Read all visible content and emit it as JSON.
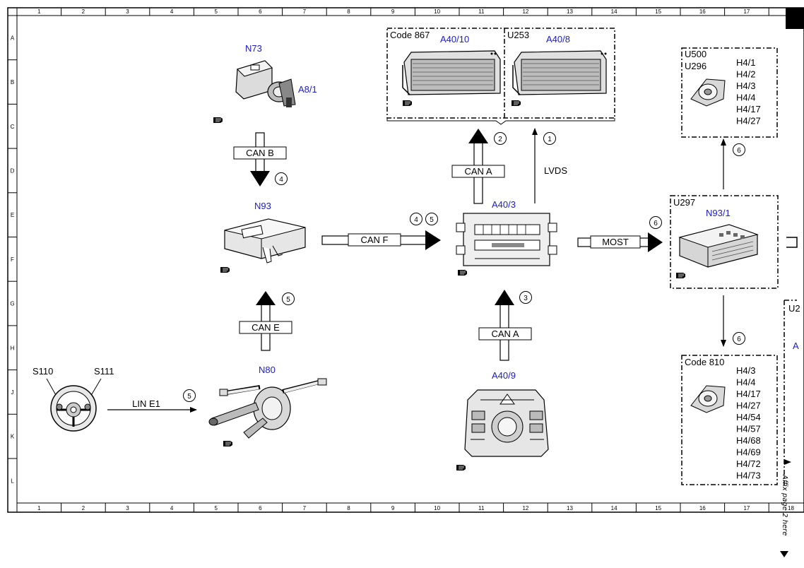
{
  "grid": {
    "columns": [
      "1",
      "2",
      "3",
      "4",
      "5",
      "6",
      "7",
      "8",
      "9",
      "10",
      "11",
      "12",
      "13",
      "14",
      "15",
      "16",
      "17",
      "18"
    ],
    "rows": [
      "A",
      "B",
      "C",
      "D",
      "E",
      "F",
      "G",
      "H",
      "J",
      "K",
      "L"
    ]
  },
  "components": {
    "n73": {
      "code": "N73",
      "sub": "A8/1"
    },
    "n93": {
      "code": "N93"
    },
    "n80": {
      "code": "N80"
    },
    "s110": {
      "code": "S110"
    },
    "s111": {
      "code": "S111"
    },
    "a40_3": {
      "code": "A40/3"
    },
    "a40_9": {
      "code": "A40/9"
    },
    "a40_10": {
      "code": "A40/10",
      "group": "Code 867"
    },
    "a40_8": {
      "code": "A40/8",
      "group": "U253"
    },
    "n93_1": {
      "code": "N93/1",
      "group": "U297"
    },
    "speakers_top": {
      "group_1": "U500",
      "group_2": "U296",
      "items": [
        "H4/1",
        "H4/2",
        "H4/3",
        "H4/4",
        "H4/17",
        "H4/27"
      ]
    },
    "speakers_bottom": {
      "group": "Code 810",
      "items": [
        "H4/3",
        "H4/4",
        "H4/17",
        "H4/27",
        "H4/54",
        "H4/57",
        "H4/68",
        "H4/69",
        "H4/72",
        "H4/73"
      ]
    },
    "cutoff_right": {
      "label_1": "U2",
      "label_2": "A"
    }
  },
  "buses": {
    "can_b": "CAN B",
    "can_e": "CAN E",
    "can_f": "CAN F",
    "can_a_1": "CAN A",
    "can_a_2": "CAN A",
    "most": "MOST",
    "lin_e1": "LIN E1",
    "lvds": "LVDS"
  },
  "markers": {
    "n1": "1",
    "n2": "2",
    "n3": "3",
    "n4a": "4",
    "n4b": "4",
    "n5a": "5",
    "n5b": "5",
    "n5c": "5",
    "n6a": "6",
    "n6b": "6",
    "n6c": "6"
  },
  "page_note": "Affix page 2 here"
}
